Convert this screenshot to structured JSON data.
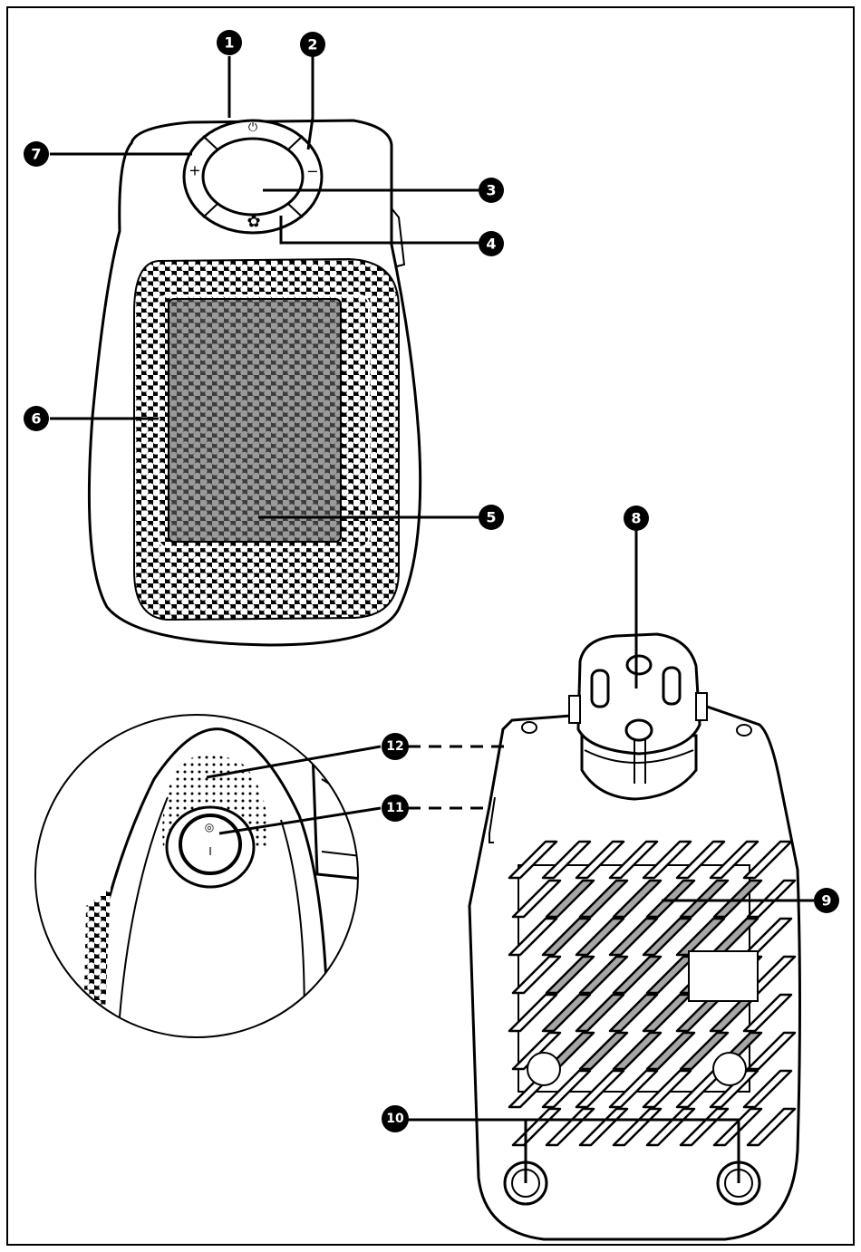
{
  "callouts": [
    {
      "id": "c1",
      "label": "1"
    },
    {
      "id": "c2",
      "label": "2"
    },
    {
      "id": "c3",
      "label": "3"
    },
    {
      "id": "c4",
      "label": "4"
    },
    {
      "id": "c5",
      "label": "5"
    },
    {
      "id": "c6",
      "label": "6"
    },
    {
      "id": "c7",
      "label": "7"
    },
    {
      "id": "c8",
      "label": "8"
    },
    {
      "id": "c9",
      "label": "9"
    },
    {
      "id": "c10",
      "label": "10"
    },
    {
      "id": "c11",
      "label": "11"
    },
    {
      "id": "c12",
      "label": "12"
    }
  ],
  "panel_symbols": {
    "power": "⏻",
    "plus": "+",
    "minus": "−",
    "settings": "✿"
  },
  "switch_symbols": {
    "off": "◎",
    "on": "I"
  },
  "colors": {
    "line": "#000000",
    "background": "#ffffff",
    "grille_dark": "#8a8a8a",
    "vent_slot": "#a6a6a6"
  },
  "icons": [
    "power-icon",
    "plus-icon",
    "minus-icon",
    "settings-icon"
  ]
}
